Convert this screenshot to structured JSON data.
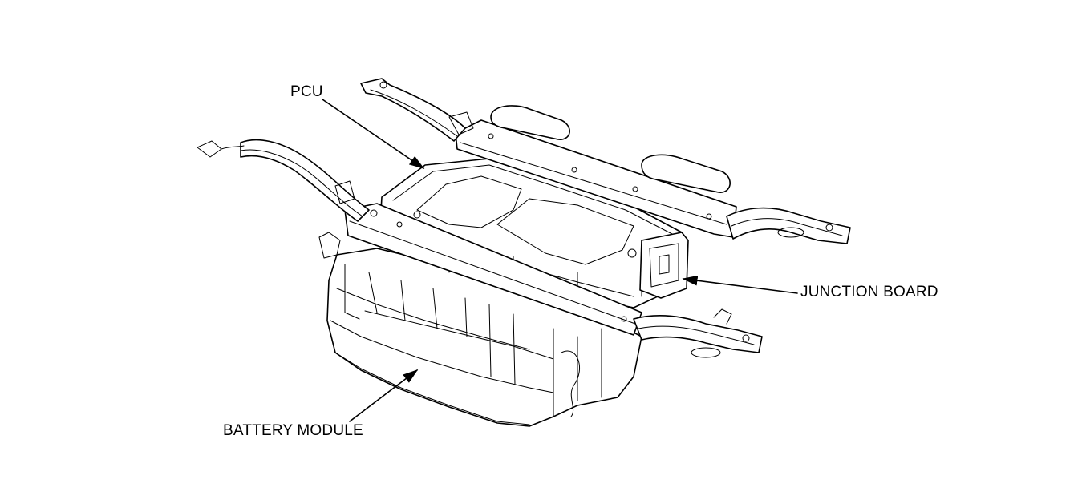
{
  "labels": {
    "pcu": "PCU",
    "junction_board": "JUNCTION BOARD",
    "battery_module": "BATTERY MODULE"
  },
  "colors": {
    "line": "#000000",
    "background": "#ffffff"
  }
}
